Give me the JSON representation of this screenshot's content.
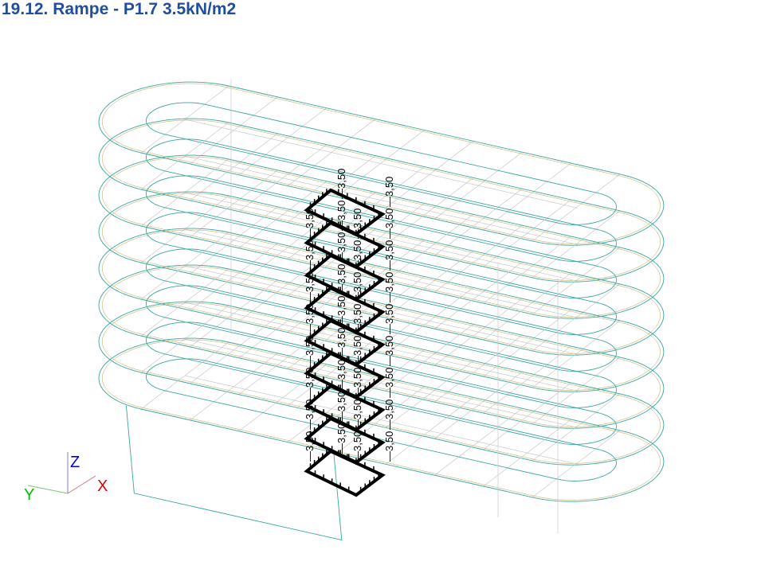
{
  "title": "19.12. Rampe - P1.7 3.5kN/m2",
  "load": {
    "value_label": "3,50",
    "unit": "kN/m2",
    "floors": 8
  },
  "axes": {
    "x": "X",
    "y": "Y",
    "z": "Z"
  },
  "colors": {
    "title": "#1f4e9c",
    "slab_edge": "#3aa6a0",
    "slab_edge_alt": "#b8a64a",
    "grid": "#c8c8c8",
    "load": "#000000",
    "axis_x": "#e00000",
    "axis_y": "#00c000",
    "axis_z": "#0000e0"
  }
}
